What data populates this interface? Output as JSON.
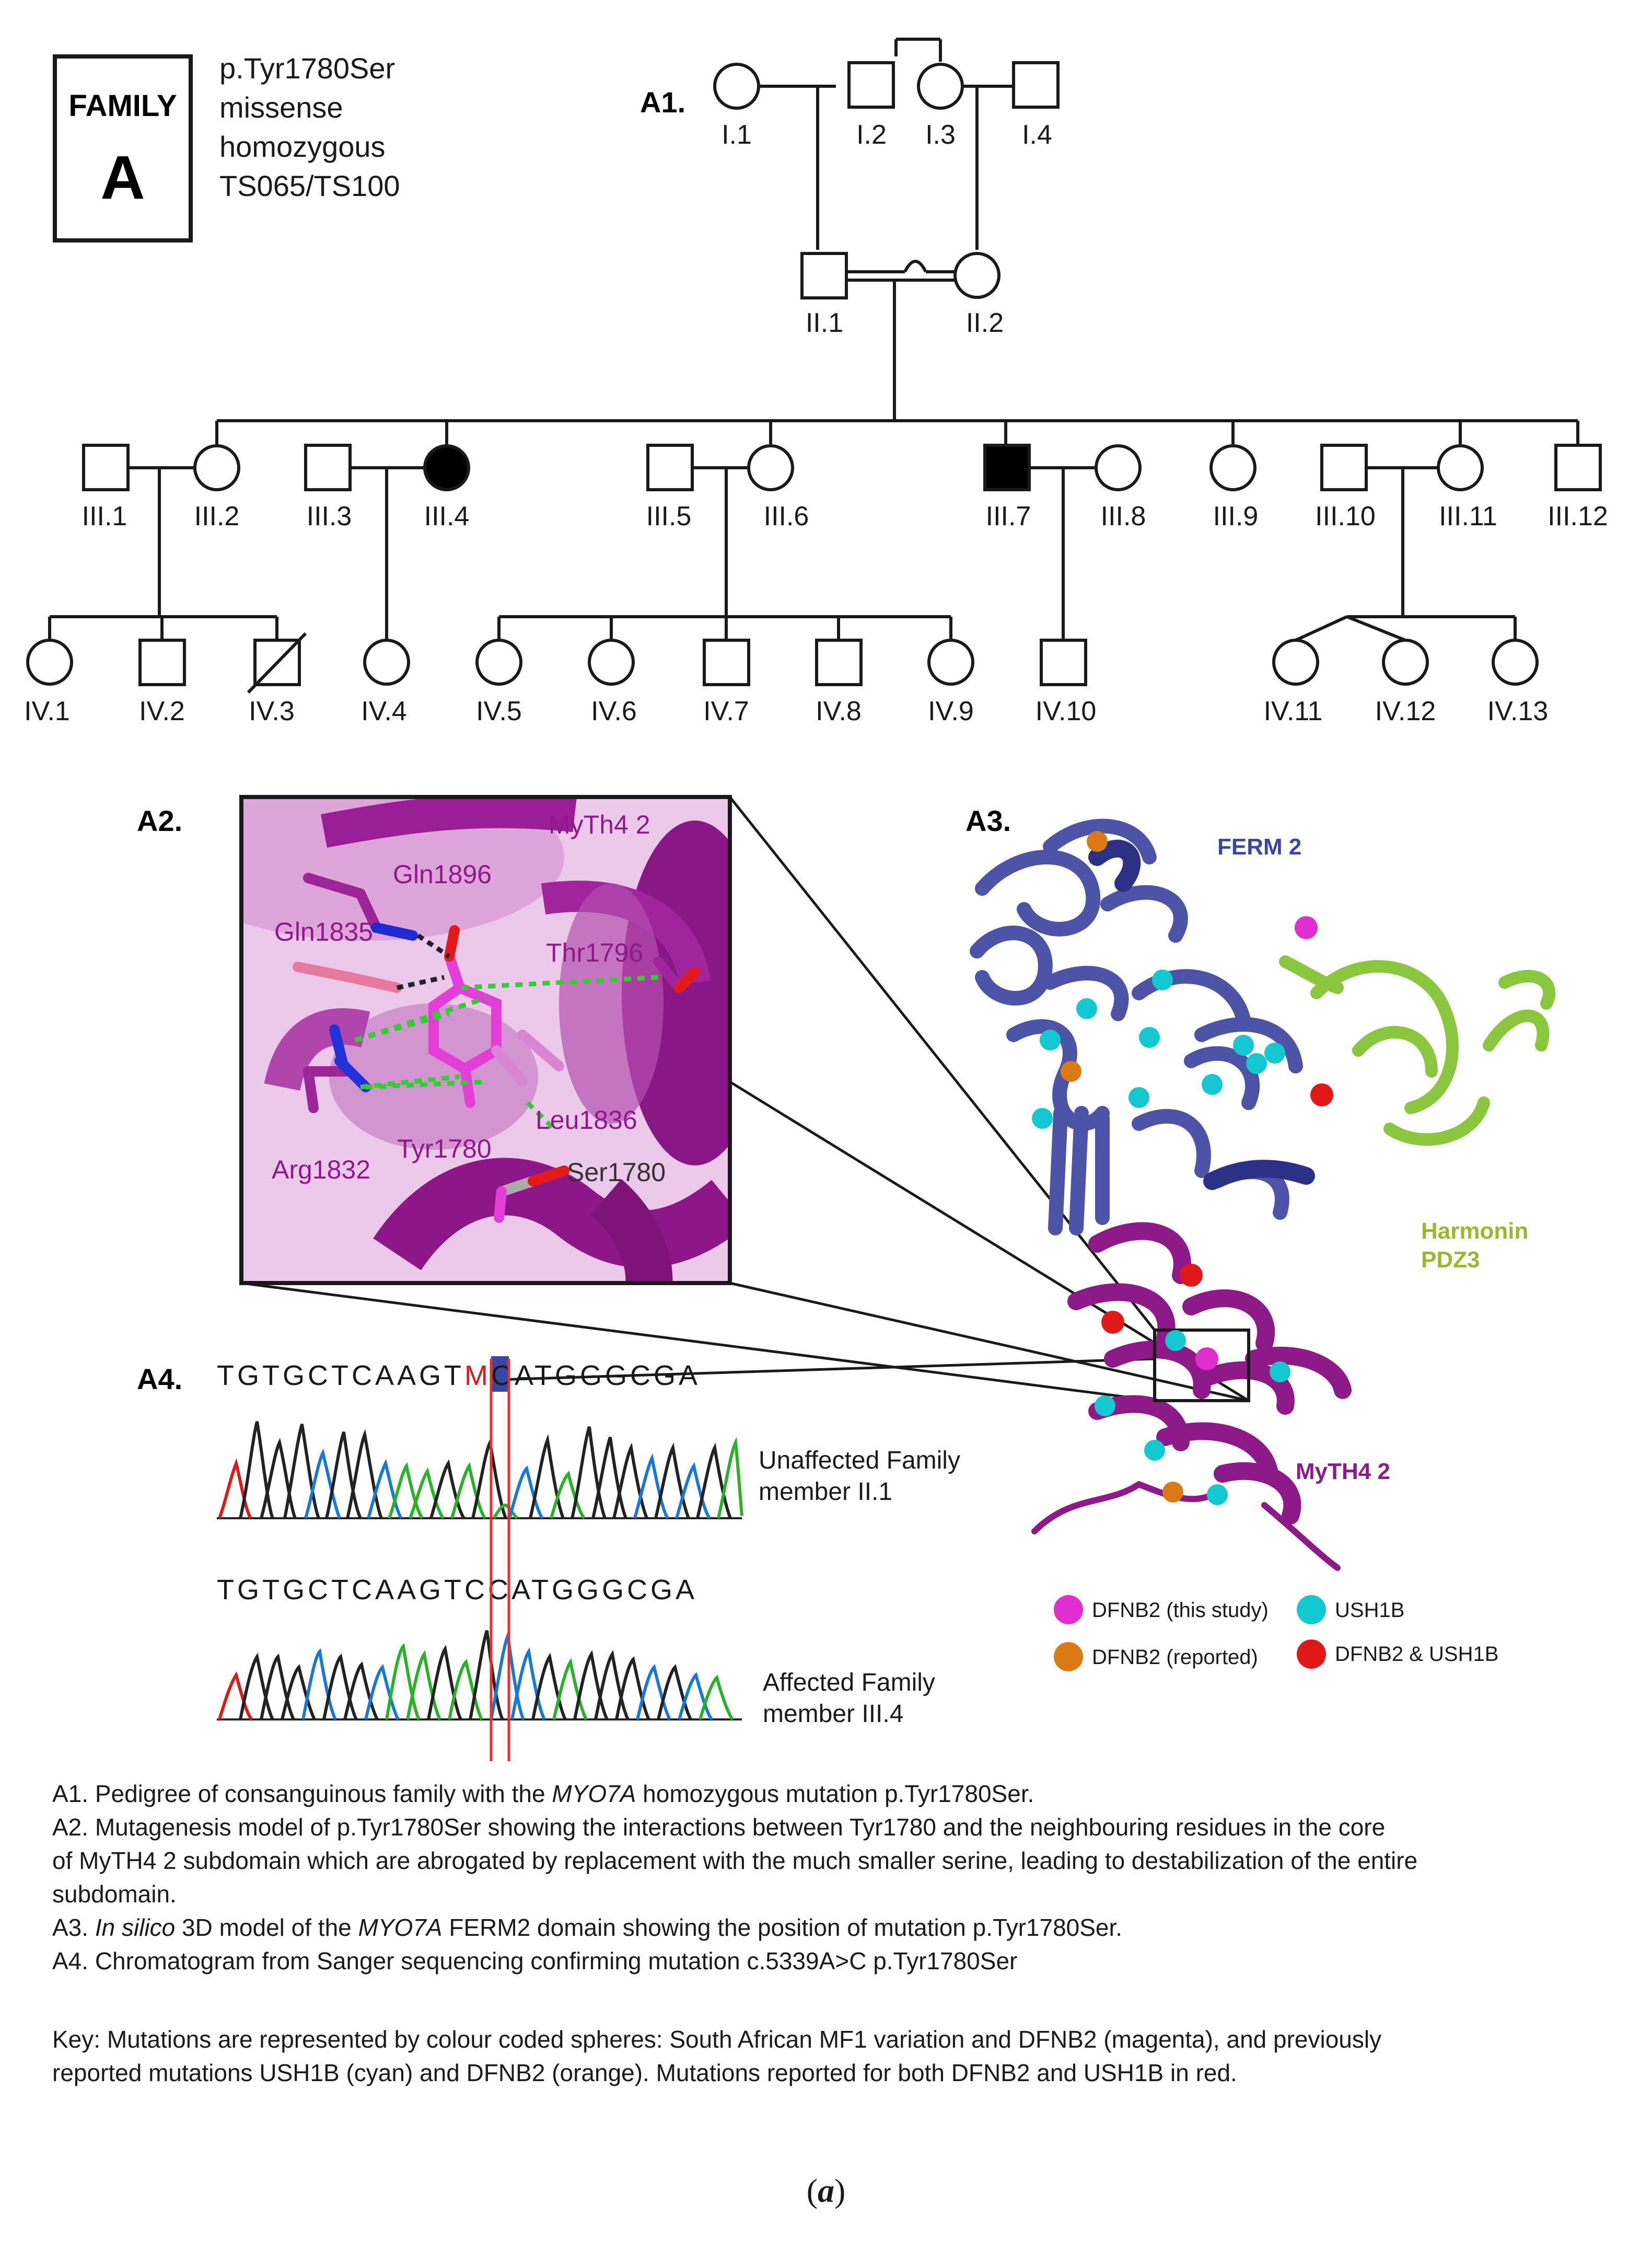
{
  "family": {
    "box_word": "FAMILY",
    "box_letter": "A",
    "info_lines": [
      "p.Tyr1780Ser",
      "missense",
      "homozygous",
      "TS065/TS100"
    ]
  },
  "panels": {
    "a1": "A1.",
    "a2": "A2.",
    "a3": "A3.",
    "a4": "A4."
  },
  "pedigree": {
    "gen1": [
      "I.1",
      "I.2",
      "I.3",
      "I.4"
    ],
    "gen2": [
      "II.1",
      "II.2"
    ],
    "gen3": [
      "III.1",
      "III.2",
      "III.3",
      "III.4",
      "III.5",
      "III.6",
      "III.7",
      "III.8",
      "III.9",
      "III.10",
      "III.11",
      "III.12"
    ],
    "gen4": [
      "IV.1",
      "IV.2",
      "IV.3",
      "IV.4",
      "IV.5",
      "IV.6",
      "IV.7",
      "IV.8",
      "IV.9",
      "IV.10",
      "IV.11",
      "IV.12",
      "IV.13"
    ]
  },
  "a2_labels": {
    "domain": "MyTh4 2",
    "gln1896": "Gln1896",
    "gln1835": "Gln1835",
    "thr1796": "Thr1796",
    "leu1836": "Leu1836",
    "arg1832": "Arg1832",
    "tyr1780": "Tyr1780",
    "ser1780": "Ser1780"
  },
  "a3_labels": {
    "ferm2": "FERM 2",
    "harmonin_1": "Harmonin",
    "harmonin_2": "PDZ3",
    "myth4": "MyTH4 2"
  },
  "a3_legend": [
    {
      "label": "DFNB2 (this study)",
      "color": "#e02ed0"
    },
    {
      "label": "USH1B",
      "color": "#14c8d2"
    },
    {
      "label": "DFNB2 (reported)",
      "color": "#d97a14"
    },
    {
      "label": "DFNB2 & USH1B",
      "color": "#e01818"
    }
  ],
  "a4": {
    "seq1_pre": "TGTGCTCAAGT",
    "seq1_mid": "M",
    "seq1_post": "CATGGGCGA",
    "seq2": "TGTGCTCAAGTCCATGGGCGA",
    "trace1_label_1": "Unaffected Family",
    "trace1_label_2": "member II.1",
    "trace2_label_1": "Affected Family",
    "trace2_label_2": "member III.4"
  },
  "caption": {
    "a1_pre": "A1. Pedigree of consanguinous family with the ",
    "a1_gene": "MYO7A",
    "a1_post": " homozygous mutation p.Tyr1780Ser.",
    "a2_line1": "A2. Mutagenesis model of p.Tyr1780Ser showing the interactions between Tyr1780 and the neighbouring residues in the core",
    "a2_line2": "of MyTH4 2 subdomain which are abrogated by replacement with the much smaller serine, leading to destabilization of the entire",
    "a2_line3": "subdomain.",
    "a3_pre": "A3. ",
    "a3_insilico": "In silico",
    "a3_mid": " 3D model of the ",
    "a3_gene": "MYO7A",
    "a3_post": " FERM2 domain showing the position of mutation p.Tyr1780Ser.",
    "a4": "A4. Chromatogram from Sanger sequencing confirming mutation c.5339A>C  p.Tyr1780Ser",
    "key_line1": "Key: Mutations are represented by colour coded spheres:  South African MF1 variation and DFNB2 (magenta), and previously",
    "key_line2": "reported mutations USH1B (cyan) and DFNB2 (orange). Mutations reported for both DFNB2 and USH1B in red."
  },
  "sub_label": "(a)"
}
